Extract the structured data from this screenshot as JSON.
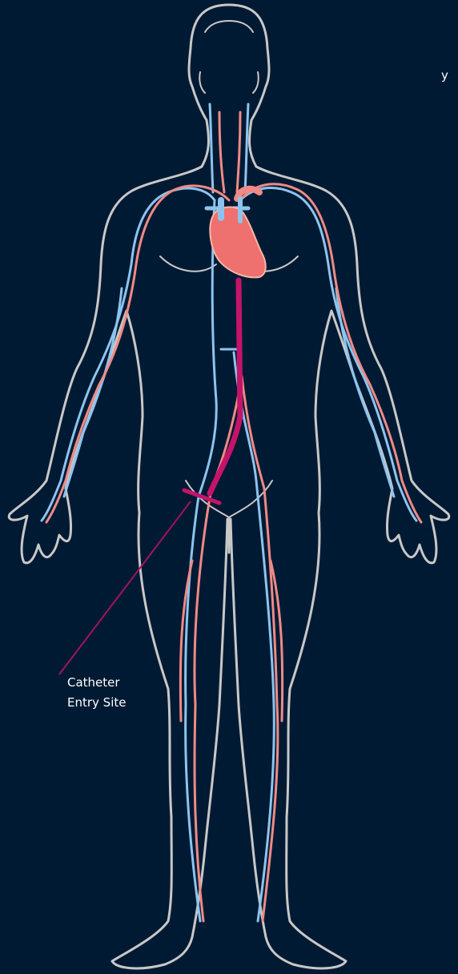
{
  "labels": {
    "partial_edge": "y",
    "catheter_entry_line1": "Catheter",
    "catheter_entry_line2": "Entry Site"
  },
  "colors": {
    "background": "#011a33",
    "body_outline": "#c8c8c8",
    "artery": "#f08a86",
    "vein": "#8cc4ee",
    "heart": "#ee706f",
    "catheter": "#c41469",
    "leader_line": "#a0155c"
  }
}
